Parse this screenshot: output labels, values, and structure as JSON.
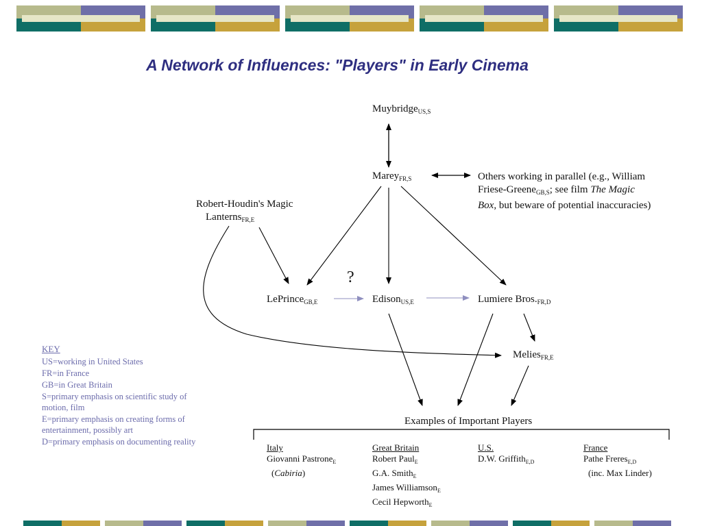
{
  "title": "A Network of Influences: \"Players\" in Early Cinema",
  "colors": {
    "olive": "#b7ba8c",
    "slate": "#6f6fa8",
    "teal": "#0f6e66",
    "gold": "#c6a23c",
    "stripe": "#e6e6c7",
    "title": "#2e2e80",
    "key": "#6b6bab"
  },
  "nodes": {
    "muybridge": {
      "name": "Muybridge",
      "tags": "US,S"
    },
    "marey": {
      "name": "Marey",
      "tags": "FR,S"
    },
    "others": {
      "line1": "Others working in parallel (e.g., William",
      "line2_pre": "Friese-Greene",
      "line2_tags": "GB,S",
      "line2_mid": "; see film ",
      "line2_film": "The Magic",
      "line3_film": "Box",
      "line3_post": ", but beware of potential inaccuracies)"
    },
    "houdin": {
      "line1": "Robert-Houdin's Magic",
      "line2": "Lanterns",
      "tags": "FR,E"
    },
    "leprince": {
      "name": "LePrince",
      "tags": "GB,E"
    },
    "edison": {
      "name": "Edison",
      "tags": "US,E"
    },
    "lumiere": {
      "name": "Lumiere Bros.",
      "tags": "FR,D"
    },
    "melies": {
      "name": "Melies",
      "tags": "FR,E"
    },
    "question": "?"
  },
  "examples_title": "Examples of Important Players",
  "columns": {
    "italy": {
      "header": "Italy",
      "p1_name": "Giovanni Pastrone",
      "p1_tags": "E",
      "p1_note_open": "(",
      "p1_note_film": "Cabiria",
      "p1_note_close": ")"
    },
    "gb": {
      "header": "Great Britain",
      "p1_name": "Robert Paul",
      "p1_tags": "E",
      "p2_name": "G.A. Smith",
      "p2_tags": "E",
      "p3_name": "James Williamson",
      "p3_tags": "E",
      "p4_name": "Cecil Hepworth",
      "p4_tags": "E"
    },
    "us": {
      "header": "U.S.",
      "p1_name": "D.W. Griffith",
      "p1_tags": "E,D"
    },
    "france": {
      "header": "France",
      "p1_name": "Pathe Freres",
      "p1_tags": "E,D",
      "p1_note": "(inc. Max Linder)"
    }
  },
  "key": {
    "title": "KEY",
    "items": [
      "US=working in United States",
      "FR=in France",
      "GB=in Great Britain",
      "S=primary emphasis on scientific study of motion, film",
      "E=primary emphasis on creating forms of entertainment, possibly art",
      "D=primary emphasis on documenting reality"
    ]
  }
}
